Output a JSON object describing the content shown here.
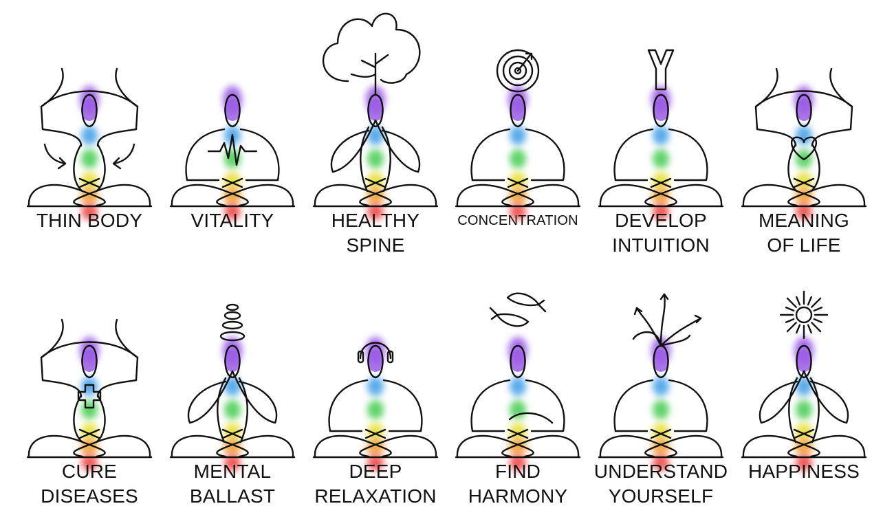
{
  "colors": {
    "stroke": "#111111",
    "crown": "#9b5de5",
    "third_eye": "#6a7be8",
    "throat": "#4aa3e8",
    "heart": "#4fcf5a",
    "solar": "#e6df3a",
    "sacral": "#f2a23a",
    "root": "#ef4a4a"
  },
  "poses": [
    {
      "label": [
        "THIN BODY"
      ],
      "variant": "bust",
      "icon": "inward-arrows-icon"
    },
    {
      "label": [
        "VITALITY"
      ],
      "variant": "seated",
      "icon": "heartbeat-icon"
    },
    {
      "label": [
        "HEALTHY",
        "SPINE"
      ],
      "variant": "prayer",
      "icon": "tree-icon"
    },
    {
      "label": [
        "CONCENTRATION"
      ],
      "variant": "seated",
      "icon": "target-icon"
    },
    {
      "label": [
        "DEVELOP",
        "INTUITION"
      ],
      "variant": "seated",
      "icon": "y-symbol-icon"
    },
    {
      "label": [
        "MEANING",
        "OF LIFE"
      ],
      "variant": "bust",
      "icon": "heart-icon"
    },
    {
      "label": [
        "CURE",
        "DISEASES"
      ],
      "variant": "bust",
      "icon": "cross-icon"
    },
    {
      "label": [
        "MENTAL",
        "BALLAST"
      ],
      "variant": "prayer",
      "icon": "stone-stack-icon"
    },
    {
      "label": [
        "DEEP",
        "RELAXATION"
      ],
      "variant": "seated",
      "icon": "headphones-icon"
    },
    {
      "label": [
        "FIND",
        "HARMONY"
      ],
      "variant": "seated",
      "icon": "fish-icon"
    },
    {
      "label": [
        "UNDERSTAND",
        "YOURSELF"
      ],
      "variant": "seated",
      "icon": "branching-arrows-icon"
    },
    {
      "label": [
        "HAPPINESS"
      ],
      "variant": "prayer",
      "icon": "sun-icon"
    }
  ]
}
